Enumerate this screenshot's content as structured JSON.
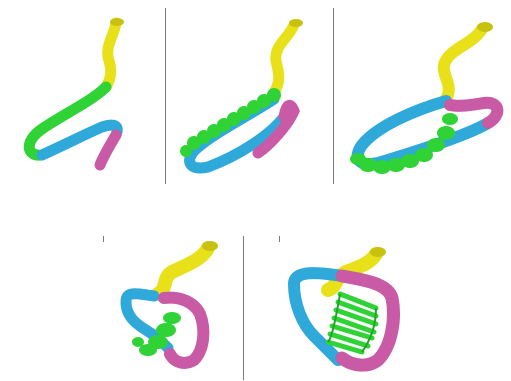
{
  "figure": {
    "panel_count": 5,
    "colors": {
      "yellow": "#e8e11a",
      "green": "#2fd336",
      "blue": "#2fa9d9",
      "pink": "#c95aa6",
      "divider": "#7a7a7a"
    },
    "panels": [
      {
        "stage": 1
      },
      {
        "stage": 2
      },
      {
        "stage": 3
      },
      {
        "stage": 4
      },
      {
        "stage": 5
      }
    ]
  }
}
